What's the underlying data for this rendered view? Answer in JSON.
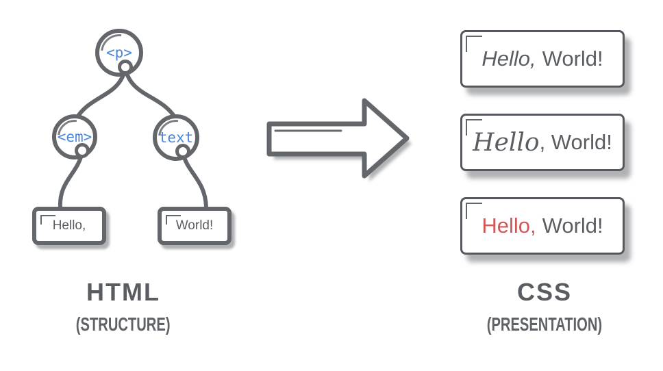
{
  "tree": {
    "nodes": [
      {
        "label": "<p>"
      },
      {
        "label": "<em>"
      },
      {
        "label": "text"
      }
    ],
    "leaf_boxes": [
      {
        "label": "Hello,"
      },
      {
        "label": "World!"
      }
    ]
  },
  "css_examples": [
    {
      "first": "Hello,",
      "rest": "World!",
      "first_style": "italic"
    },
    {
      "first": "Hello",
      "rest": ", World!",
      "first_style": "script"
    },
    {
      "first": "Hello,",
      "rest": "World!",
      "first_style": "red"
    }
  ],
  "captions": {
    "left_title": "HTML",
    "left_subtitle": "(STRUCTURE)",
    "right_title": "CSS",
    "right_subtitle": "(PRESENTATION)"
  },
  "colors": {
    "outline_gray": "#63666b",
    "text_gray": "#595c61",
    "code_blue": "#4a86d8",
    "accent_red": "#d05858",
    "shadow_gray": "rgba(99,102,107,0.5)",
    "background": "#ffffff"
  }
}
